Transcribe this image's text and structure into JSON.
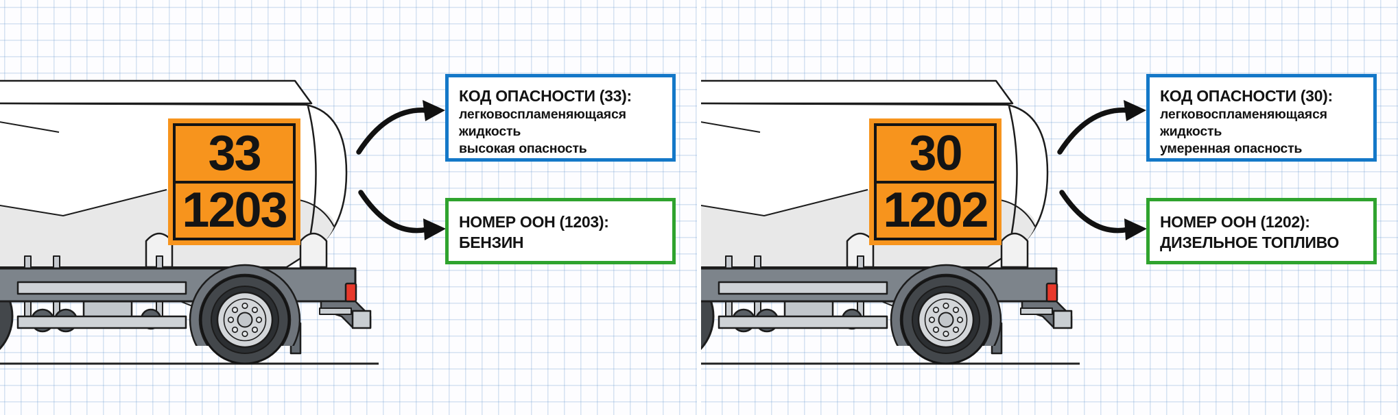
{
  "panels": [
    {
      "name": "gasoline-tanker",
      "placard": {
        "hazard_code": "33",
        "un_number": "1203"
      },
      "hazard_box": {
        "title": "КОД ОПАСНОСТИ (33):",
        "lines": [
          "легковоспламеняющаяся",
          "жидкость",
          "высокая опасность"
        ]
      },
      "un_box": {
        "title": "НОМЕР ООН (1203):",
        "lines": [
          "БЕНЗИН"
        ]
      }
    },
    {
      "name": "diesel-tanker",
      "placard": {
        "hazard_code": "30",
        "un_number": "1202"
      },
      "hazard_box": {
        "title": "КОД ОПАСНОСТИ (30):",
        "lines": [
          "легковоспламеняющаяся",
          "жидкость",
          "умеренная опасность"
        ]
      },
      "un_box": {
        "title": "НОМЕР ООН (1202):",
        "lines": [
          "ДИЗЕЛЬНОЕ ТОПЛИВО"
        ]
      }
    }
  ],
  "colors": {
    "placard_orange": "#F7941D",
    "hazard_box_border": "#1478C8",
    "un_box_border": "#2FA32E",
    "taillight_red": "#E8392B",
    "grid_line": "#CFE0F0"
  }
}
